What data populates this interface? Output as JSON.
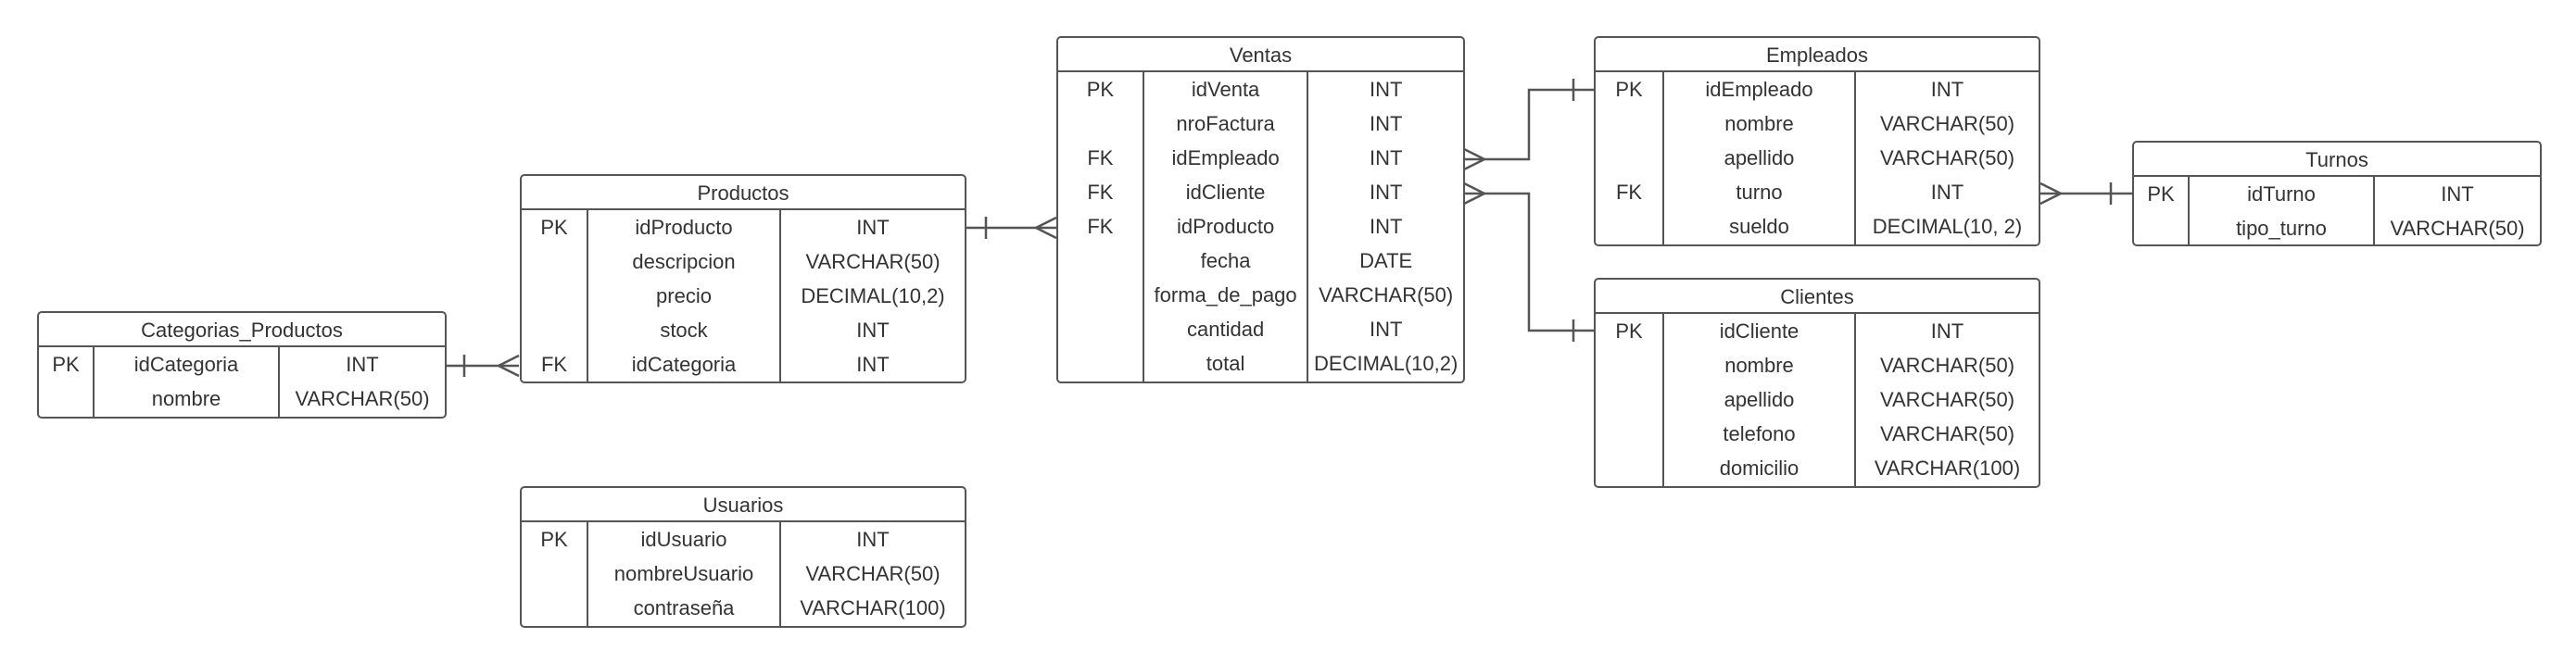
{
  "entities": {
    "categorias_productos": {
      "title": "Categorias_Productos",
      "rows": [
        {
          "key": "PK",
          "name": "idCategoria",
          "type": "INT"
        },
        {
          "key": "",
          "name": "nombre",
          "type": "VARCHAR(50)"
        }
      ]
    },
    "productos": {
      "title": "Productos",
      "rows": [
        {
          "key": "PK",
          "name": "idProducto",
          "type": "INT"
        },
        {
          "key": "",
          "name": "descripcion",
          "type": "VARCHAR(50)"
        },
        {
          "key": "",
          "name": "precio",
          "type": "DECIMAL(10,2)"
        },
        {
          "key": "",
          "name": "stock",
          "type": "INT"
        },
        {
          "key": "FK",
          "name": "idCategoria",
          "type": "INT"
        }
      ]
    },
    "usuarios": {
      "title": "Usuarios",
      "rows": [
        {
          "key": "PK",
          "name": "idUsuario",
          "type": "INT"
        },
        {
          "key": "",
          "name": "nombreUsuario",
          "type": "VARCHAR(50)"
        },
        {
          "key": "",
          "name": "contraseña",
          "type": "VARCHAR(100)"
        }
      ]
    },
    "ventas": {
      "title": "Ventas",
      "rows": [
        {
          "key": "PK",
          "name": "idVenta",
          "type": "INT"
        },
        {
          "key": "",
          "name": "nroFactura",
          "type": "INT"
        },
        {
          "key": "FK",
          "name": "idEmpleado",
          "type": "INT"
        },
        {
          "key": "FK",
          "name": "idCliente",
          "type": "INT"
        },
        {
          "key": "FK",
          "name": "idProducto",
          "type": "INT"
        },
        {
          "key": "",
          "name": "fecha",
          "type": "DATE"
        },
        {
          "key": "",
          "name": "forma_de_pago",
          "type": "VARCHAR(50)"
        },
        {
          "key": "",
          "name": "cantidad",
          "type": "INT"
        },
        {
          "key": "",
          "name": "total",
          "type": "DECIMAL(10,2)"
        }
      ]
    },
    "empleados": {
      "title": "Empleados",
      "rows": [
        {
          "key": "PK",
          "name": "idEmpleado",
          "type": "INT"
        },
        {
          "key": "",
          "name": "nombre",
          "type": "VARCHAR(50)"
        },
        {
          "key": "",
          "name": "apellido",
          "type": "VARCHAR(50)"
        },
        {
          "key": "FK",
          "name": "turno",
          "type": "INT"
        },
        {
          "key": "",
          "name": "sueldo",
          "type": "DECIMAL(10, 2)"
        }
      ]
    },
    "clientes": {
      "title": "Clientes",
      "rows": [
        {
          "key": "PK",
          "name": "idCliente",
          "type": "INT"
        },
        {
          "key": "",
          "name": "nombre",
          "type": "VARCHAR(50)"
        },
        {
          "key": "",
          "name": "apellido",
          "type": "VARCHAR(50)"
        },
        {
          "key": "",
          "name": "telefono",
          "type": "VARCHAR(50)"
        },
        {
          "key": "",
          "name": "domicilio",
          "type": "VARCHAR(100)"
        }
      ]
    },
    "turnos": {
      "title": "Turnos",
      "rows": [
        {
          "key": "PK",
          "name": "idTurno",
          "type": "INT"
        },
        {
          "key": "",
          "name": "tipo_turno",
          "type": "VARCHAR(50)"
        }
      ]
    }
  },
  "relationships": [
    {
      "from": "categorias_productos",
      "from_end": "one",
      "to": "productos",
      "to_end": "many"
    },
    {
      "from": "productos",
      "from_end": "one",
      "to": "ventas",
      "to_end": "many"
    },
    {
      "from": "empleados",
      "from_end": "one",
      "to": "ventas",
      "to_end": "many"
    },
    {
      "from": "clientes",
      "from_end": "one",
      "to": "ventas",
      "to_end": "many"
    },
    {
      "from": "turnos",
      "from_end": "one",
      "to": "empleados",
      "to_end": "many"
    }
  ],
  "colors": {
    "line": "#555555",
    "text": "#333333",
    "background": "#ffffff"
  }
}
